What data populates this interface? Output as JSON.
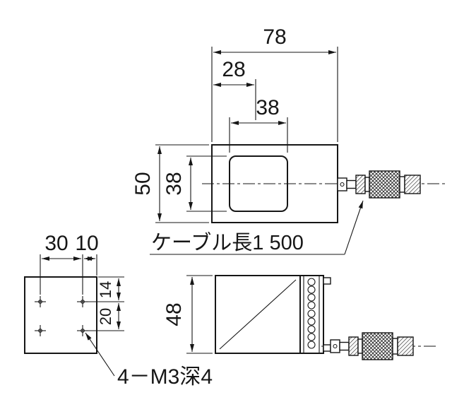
{
  "views": {
    "top": {
      "dims": {
        "overall_width": "78",
        "center_offset": "28",
        "inner_width": "38",
        "overall_height": "50",
        "inner_height": "38"
      }
    },
    "side": {
      "dims": {
        "overall_height": "48"
      }
    },
    "mounting": {
      "dims": {
        "hole_pitch_horizontal": "30",
        "edge_offset": "10",
        "top_offset": "14",
        "hole_pitch_vertical": "20"
      }
    }
  },
  "labels": {
    "cable_length": "ケーブル長1 500",
    "tapped_holes": "4－M3深4"
  }
}
